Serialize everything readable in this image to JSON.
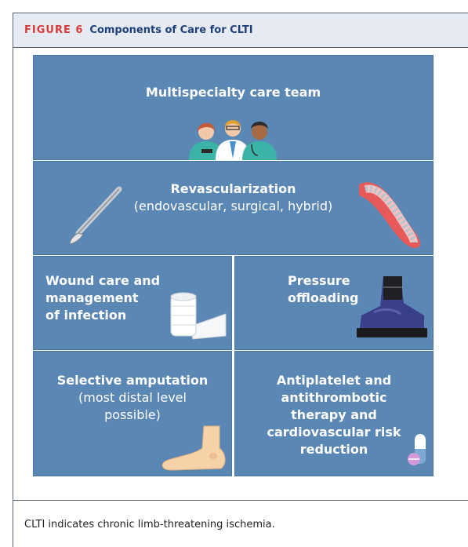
{
  "figure": {
    "label": "FIGURE 6",
    "title": "Components of Care for CLTI"
  },
  "panels": {
    "team": {
      "title": "Multispecialty care team",
      "icon": "care-team-icon"
    },
    "revasc": {
      "title": "Revascularization",
      "subtitle": "(endovascular, surgical, hybrid)",
      "icons": [
        "scalpel-icon",
        "stent-artery-icon"
      ]
    },
    "wound": {
      "line1": "Wound care and",
      "line2": "management",
      "line3": "of infection",
      "icon": "bandage-roll-icon"
    },
    "pressure": {
      "line1": "Pressure",
      "line2": "offloading",
      "icon": "offloading-boot-icon"
    },
    "amputation": {
      "title": "Selective amputation",
      "sub1": "(most distal level",
      "sub2": "possible)",
      "icon": "foot-icon"
    },
    "antiplatelet": {
      "line1": "Antiplatelet and",
      "line2": "antithrombotic",
      "line3": "therapy and",
      "line4": "cardiovascular risk",
      "line5": "reduction",
      "icon": "pills-icon"
    }
  },
  "caption": "CLTI indicates chronic limb-threatening ischemia.",
  "colors": {
    "panel": "#5b87b4",
    "header_bg": "#e6ebf3",
    "label_red": "#d63a3a",
    "title_blue": "#1f3f78"
  }
}
